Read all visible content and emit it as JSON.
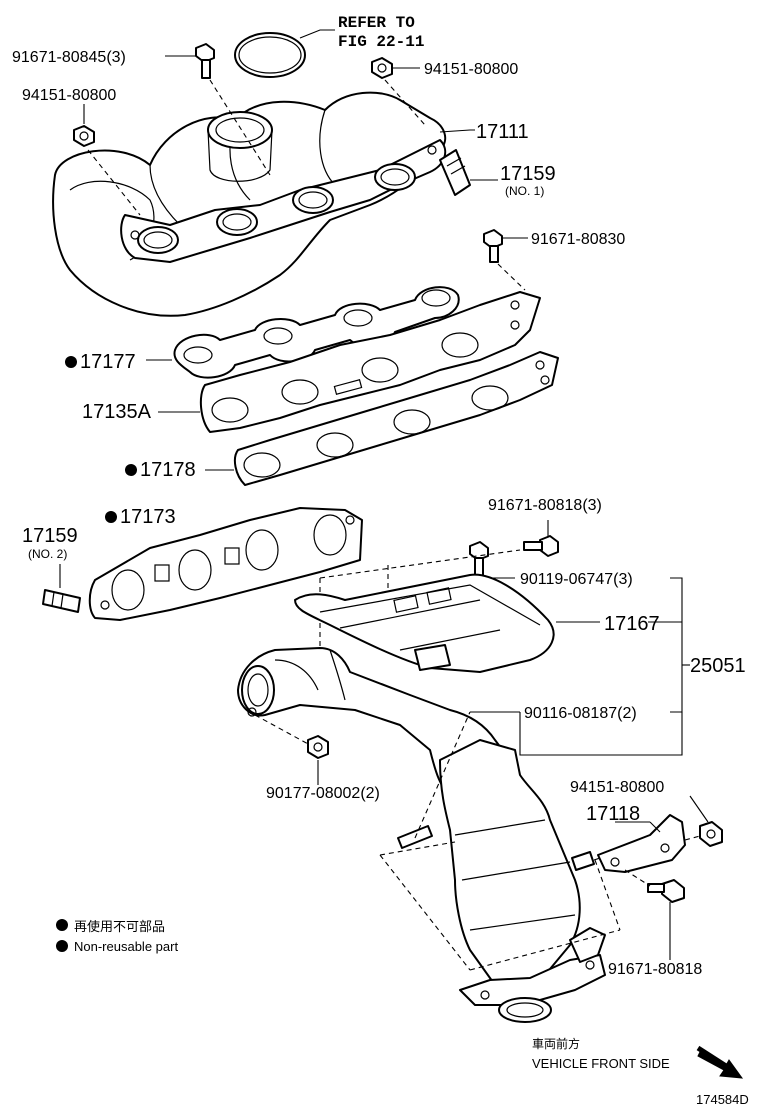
{
  "refer": {
    "line1": "REFER TO",
    "line2": "FIG 22-11"
  },
  "labels": {
    "bolt_top": "91671-80845(3)",
    "nut_top_right": "94151-80800",
    "nut_top_left": "94151-80800",
    "manifold": "17111",
    "stud_no1_num": "17159",
    "stud_no1_sub": "(NO. 1)",
    "bolt_80830": "91671-80830",
    "gasket_17177": "17177",
    "plate_17135A": "17135A",
    "gasket_17178": "17178",
    "bolt_80818_3": "91671-80818(3)",
    "gasket_17173": "17173",
    "stud_no2_num": "17159",
    "stud_no2_sub": "(NO. 2)",
    "bolt_06747": "90119-06747(3)",
    "insulator_17167": "17167",
    "assembly_25051": "25051",
    "stud_08187": "90116-08187(2)",
    "nut_08002": "90177-08002(2)",
    "nut_bracket": "94151-80800",
    "bracket_17118": "17118",
    "bolt_bracket": "91671-80818"
  },
  "legend": {
    "jp": "再使用不可部品",
    "en": "Non-reusable part"
  },
  "front": {
    "jp": "車両前方",
    "en": "VEHICLE FRONT SIDE"
  },
  "diagram_id": "174584D"
}
